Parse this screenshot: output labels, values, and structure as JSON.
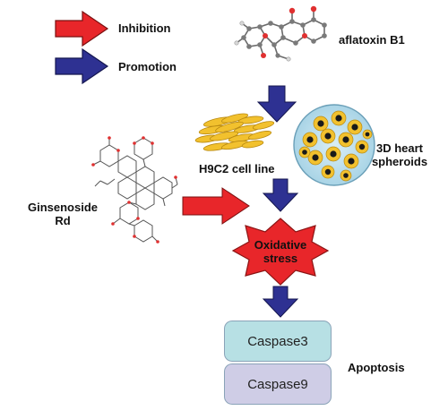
{
  "legend": {
    "inhibition_label": "Inhibition",
    "promotion_label": "Promotion",
    "inhibition_color": "#e8262a",
    "promotion_color": "#2e3192"
  },
  "compounds": {
    "toxin_label": "aflatoxin B1",
    "drug_label_line1": "Ginsenoside",
    "drug_label_line2": "Rd"
  },
  "models": {
    "cell_line_label": "H9C2 cell line",
    "spheroid_label_line1": "3D heart",
    "spheroid_label_line2": "spheroids"
  },
  "pathway": {
    "stress_line1": "Oxidative",
    "stress_line2": "stress",
    "stress_color": "#e8262a",
    "caspase_top": "Caspase3",
    "caspase_top_color": "#b7e0e4",
    "caspase_bottom": "Caspase9",
    "caspase_bottom_color": "#cfcde6",
    "outcome_label": "Apoptosis"
  }
}
